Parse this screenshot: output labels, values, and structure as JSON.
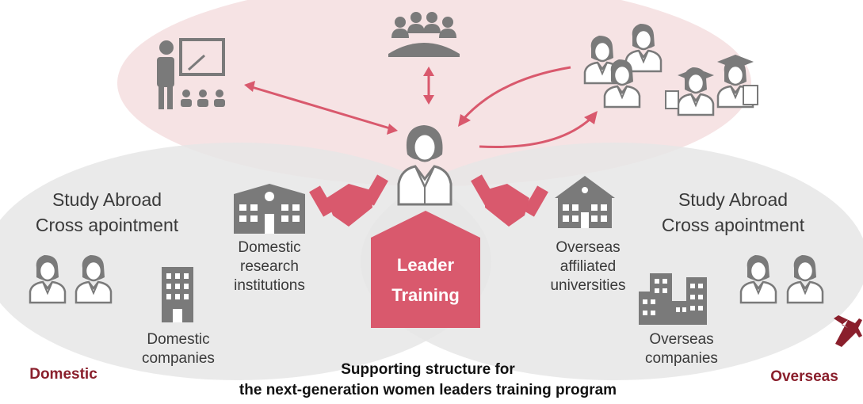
{
  "diagram": {
    "left_region": {
      "heading_line1": "Study Abroad",
      "heading_line2": "Cross apointment",
      "research_line1": "Domestic",
      "research_line2": "research",
      "research_line3": "institutions",
      "companies_line1": "Domestic",
      "companies_line2": "companies",
      "tag": "Domestic"
    },
    "right_region": {
      "heading_line1": "Study Abroad",
      "heading_line2": "Cross apointment",
      "univ_line1": "Overseas",
      "univ_line2": "affiliated",
      "univ_line3": "universities",
      "companies_line1": "Overseas",
      "companies_line2": "companies",
      "tag": "Overseas"
    },
    "center": {
      "line1": "Leader",
      "line2": "Training"
    },
    "caption": {
      "line1": "Supporting structure for",
      "line2": "the next-generation women leaders training program"
    },
    "colors": {
      "accent": "#d9596d",
      "dark_red": "#8a1f2c",
      "icon_gray": "#7a7a7a",
      "pink_bg": "#f6e1e3",
      "gray_bg": "#e9e9e9"
    }
  }
}
